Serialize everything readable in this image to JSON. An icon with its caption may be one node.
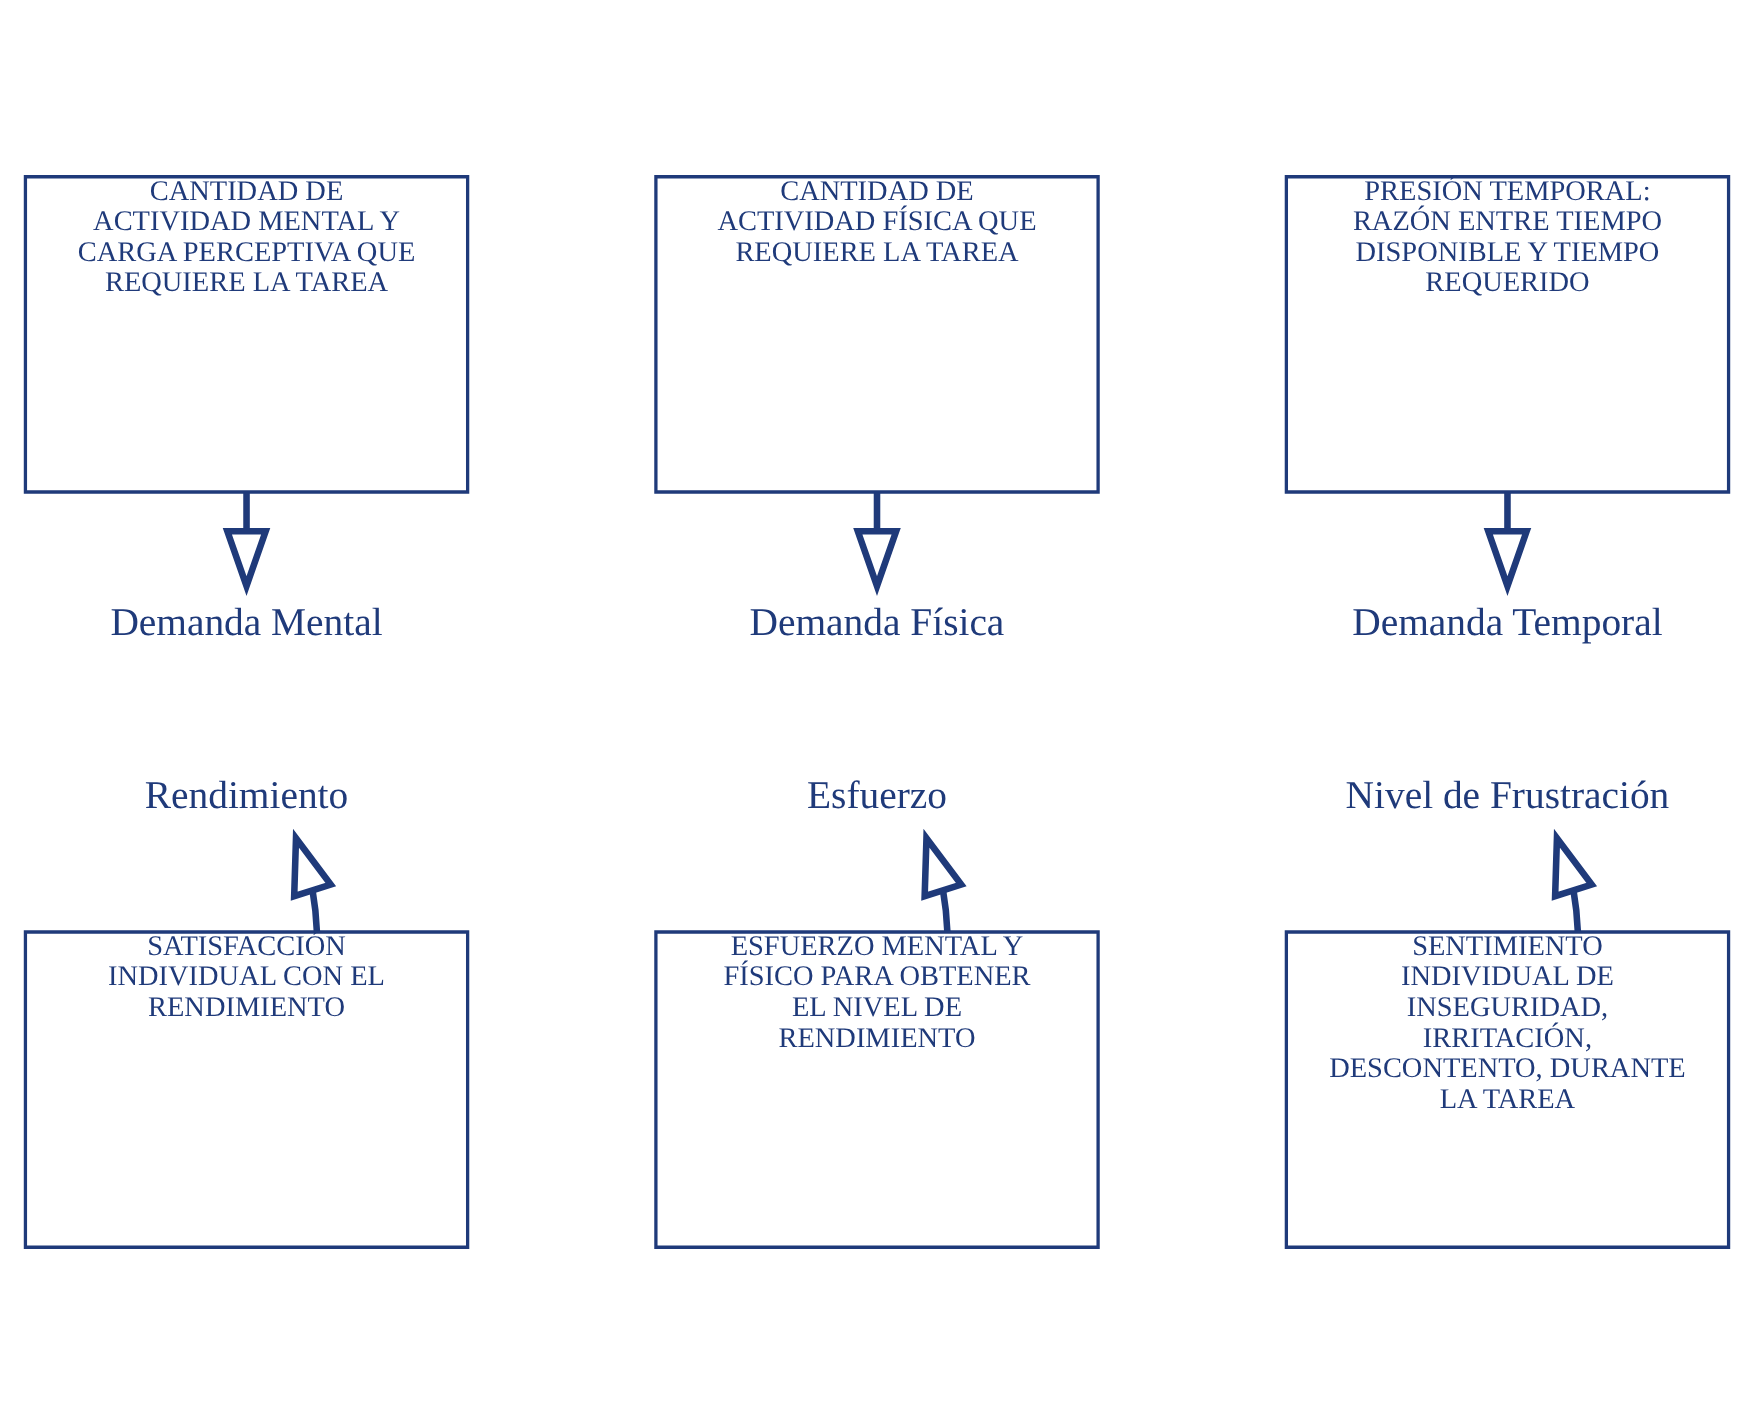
{
  "diagram": {
    "nodes": [
      {
        "text": [
          "CANTIDAD DE ACTIVIDAD MENTAL Y CARGA PERCEPTIVA QUE REQUIERE LA TAREA"
        ]
      },
      {
        "text": [
          "CANTIDAD DE ACTIVIDAD FÍSICA QUE REQUIERE LA TAREA"
        ]
      },
      {
        "text": [
          "PRESIÓN TEMPORAL: RAZÓN ENTRE TIEMPO DISPONIBLE Y TIEMPO REQUERIDO"
        ]
      },
      {
        "text": [
          "Demanda Mental"
        ]
      },
      {
        "text": [
          "Demanda Física"
        ]
      },
      {
        "text": [
          "Demanda Temporal"
        ]
      },
      {
        "text": [
          "Rendimiento"
        ]
      },
      {
        "text": [
          "Esfuerzo"
        ]
      },
      {
        "text": [
          "Nivel de Frustración"
        ]
      },
      {
        "text": [
          "SATISFACCIÓN INDIVIDUAL CON EL RENDIMIENTO"
        ]
      },
      {
        "text": [
          "ESFUERZO MENTAL Y FÍSICO PARA OBTENER EL NIVEL DE RENDIMIENTO"
        ]
      },
      {
        "text": [
          "SENTIMIENTO INDIVIDUAL DE INSEGURIDAD, IRRITACIÓN, DESCONTENTO, DURANTE LA TAREA"
        ]
      }
    ],
    "edges": [
      {
        "from": 0,
        "to": 3,
        "arrow": "to"
      },
      {
        "from": 1,
        "to": 4,
        "arrow": "to"
      },
      {
        "from": 2,
        "to": 5,
        "arrow": "to"
      },
      {
        "from": 9,
        "to": 6,
        "arrow": "to"
      },
      {
        "from": 10,
        "to": 7,
        "arrow": "to"
      },
      {
        "from": 11,
        "to": 8,
        "arrow": "to"
      }
    ]
  }
}
